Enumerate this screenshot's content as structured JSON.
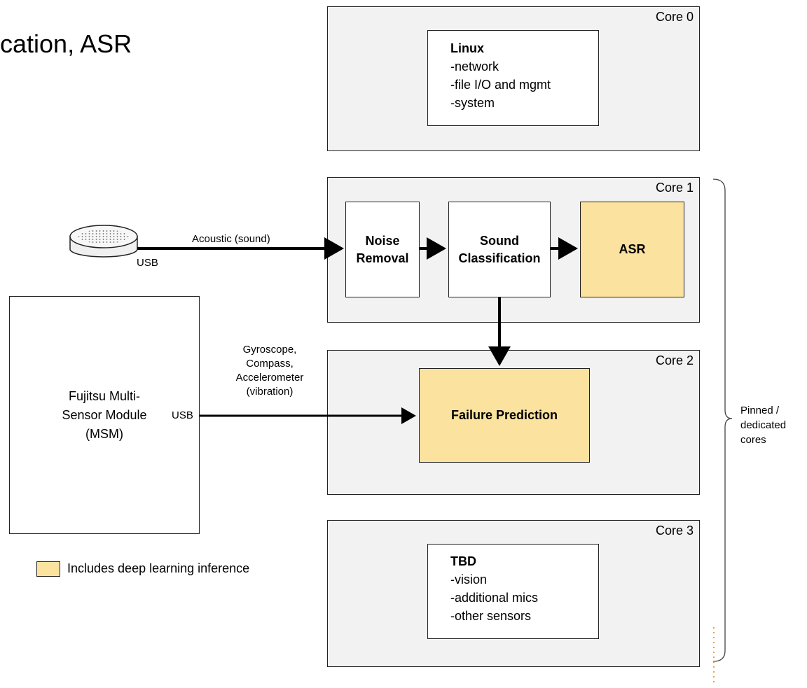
{
  "title": "cation, ASR",
  "cores": [
    {
      "label": "Core 0"
    },
    {
      "label": "Core 1"
    },
    {
      "label": "Core 2"
    },
    {
      "label": "Core 3"
    }
  ],
  "linux_box": {
    "heading": "Linux",
    "items": [
      "-network",
      "-file I/O and mgmt",
      "-system"
    ]
  },
  "tbd_box": {
    "heading": "TBD",
    "items": [
      "-vision",
      "-additional mics",
      "-other sensors"
    ]
  },
  "blocks": {
    "noise": {
      "line1": "Noise",
      "line2": "Removal"
    },
    "sound": {
      "line1": "Sound",
      "line2": "Classification"
    },
    "asr": "ASR",
    "failure": "Failure Prediction"
  },
  "msm": {
    "line1": "Fujitsu Multi-",
    "line2": "Sensor Module",
    "line3": "(MSM)"
  },
  "labels": {
    "acoustic": "Acoustic (sound)",
    "usb_mic": "USB",
    "usb_msm": "USB",
    "sensors": [
      "Gyroscope,",
      "Compass,",
      "Accelerometer",
      "(vibration)"
    ]
  },
  "pinned": [
    "Pinned /",
    "dedicated",
    "cores"
  ],
  "legend": {
    "text": "Includes deep learning inference",
    "color": "#fbe29f"
  }
}
